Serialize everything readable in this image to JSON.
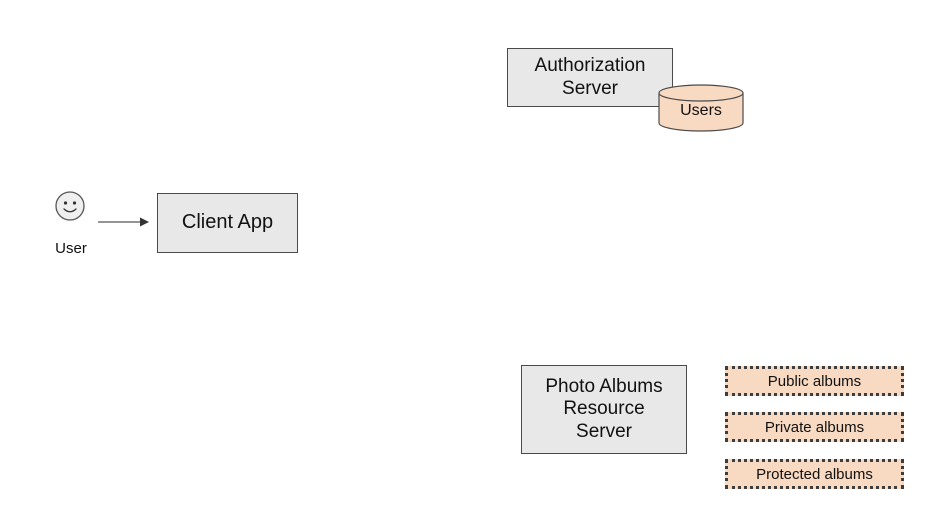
{
  "nodes": {
    "authorization_server": {
      "label": "Authorization\nServer"
    },
    "users_db": {
      "label": "Users"
    },
    "user": {
      "label": "User",
      "icon": "smiley-face-icon"
    },
    "client_app": {
      "label": "Client App"
    },
    "resource_server": {
      "label": "Photo Albums\nResource\nServer"
    }
  },
  "albums": [
    {
      "label": "Public albums"
    },
    {
      "label": "Private albums"
    },
    {
      "label": "Protected albums"
    }
  ],
  "colors": {
    "box_fill": "#e8e8e8",
    "box_border": "#4a4a4a",
    "db_fill": "#f8d9c1",
    "album_fill": "#f8d9c1",
    "album_border": "#3d3d3d",
    "arrow": "#555555"
  }
}
